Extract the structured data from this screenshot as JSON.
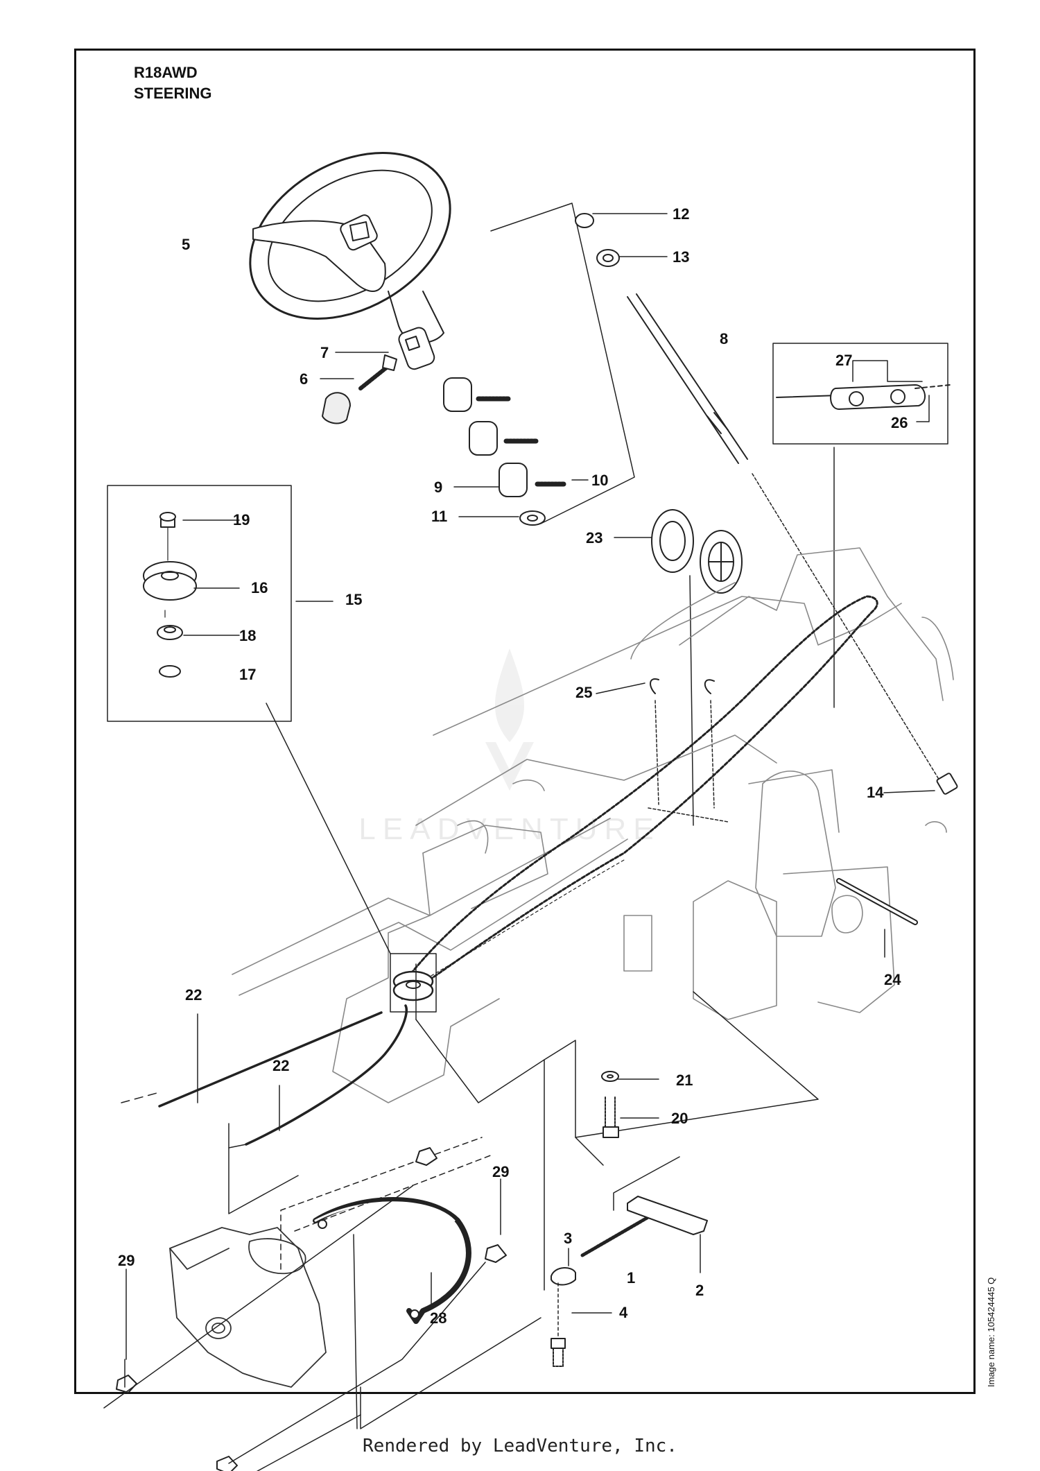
{
  "header": {
    "model": "R18AWD",
    "section": "STEERING"
  },
  "image_name": "Image name: 105424445 Q",
  "footer": "Rendered by LeadVenture, Inc.",
  "watermark": "LEADVENTURE",
  "callouts": [
    {
      "id": "c1",
      "label": "1"
    },
    {
      "id": "c2",
      "label": "2"
    },
    {
      "id": "c3",
      "label": "3"
    },
    {
      "id": "c4",
      "label": "4"
    },
    {
      "id": "c5",
      "label": "5"
    },
    {
      "id": "c6",
      "label": "6"
    },
    {
      "id": "c7",
      "label": "7"
    },
    {
      "id": "c8",
      "label": "8"
    },
    {
      "id": "c9",
      "label": "9"
    },
    {
      "id": "c10",
      "label": "10"
    },
    {
      "id": "c11",
      "label": "11"
    },
    {
      "id": "c12",
      "label": "12"
    },
    {
      "id": "c13",
      "label": "13"
    },
    {
      "id": "c14",
      "label": "14"
    },
    {
      "id": "c15",
      "label": "15"
    },
    {
      "id": "c16",
      "label": "16"
    },
    {
      "id": "c17",
      "label": "17"
    },
    {
      "id": "c18",
      "label": "18"
    },
    {
      "id": "c19",
      "label": "19"
    },
    {
      "id": "c20",
      "label": "20"
    },
    {
      "id": "c21",
      "label": "21"
    },
    {
      "id": "c22a",
      "label": "22"
    },
    {
      "id": "c22b",
      "label": "22"
    },
    {
      "id": "c23",
      "label": "23"
    },
    {
      "id": "c24",
      "label": "24"
    },
    {
      "id": "c25",
      "label": "25"
    },
    {
      "id": "c26",
      "label": "26"
    },
    {
      "id": "c27",
      "label": "27"
    },
    {
      "id": "c28",
      "label": "28"
    },
    {
      "id": "c29a",
      "label": "29"
    },
    {
      "id": "c29b",
      "label": "29"
    }
  ]
}
